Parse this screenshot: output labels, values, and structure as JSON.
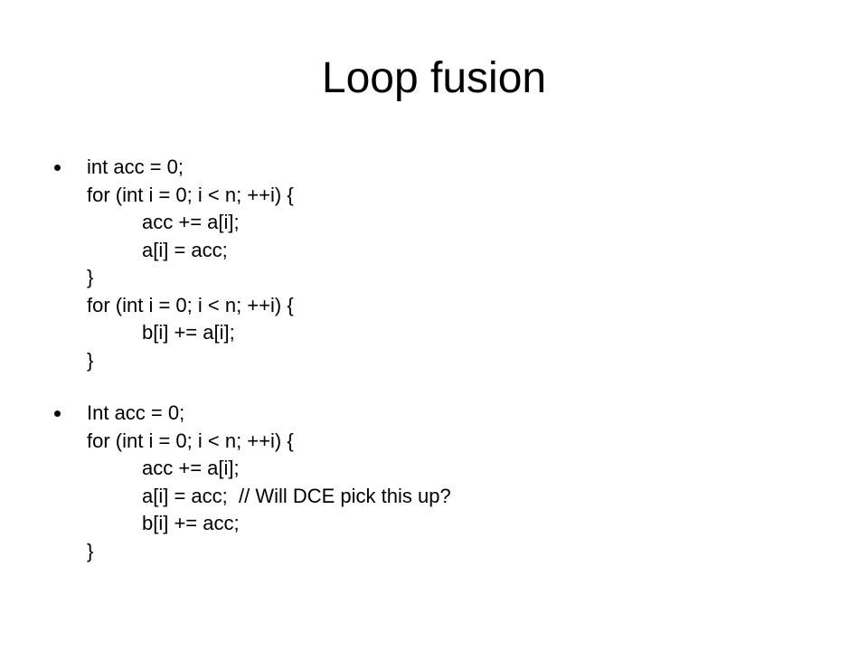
{
  "slide": {
    "title": "Loop fusion",
    "bullets": [
      {
        "lines": [
          "int acc = 0;",
          "for (int i = 0; i < n; ++i) {",
          "acc += a[i];",
          "a[i] = acc;",
          "}",
          "for (int i = 0; i < n; ++i) {",
          "b[i] += a[i];",
          "}"
        ]
      },
      {
        "lines": [
          "Int acc = 0;",
          "for (int i = 0; i < n; ++i) {",
          "acc += a[i];",
          "a[i] = acc;  // Will DCE pick this up?",
          "b[i] += acc;",
          "}"
        ]
      }
    ]
  }
}
